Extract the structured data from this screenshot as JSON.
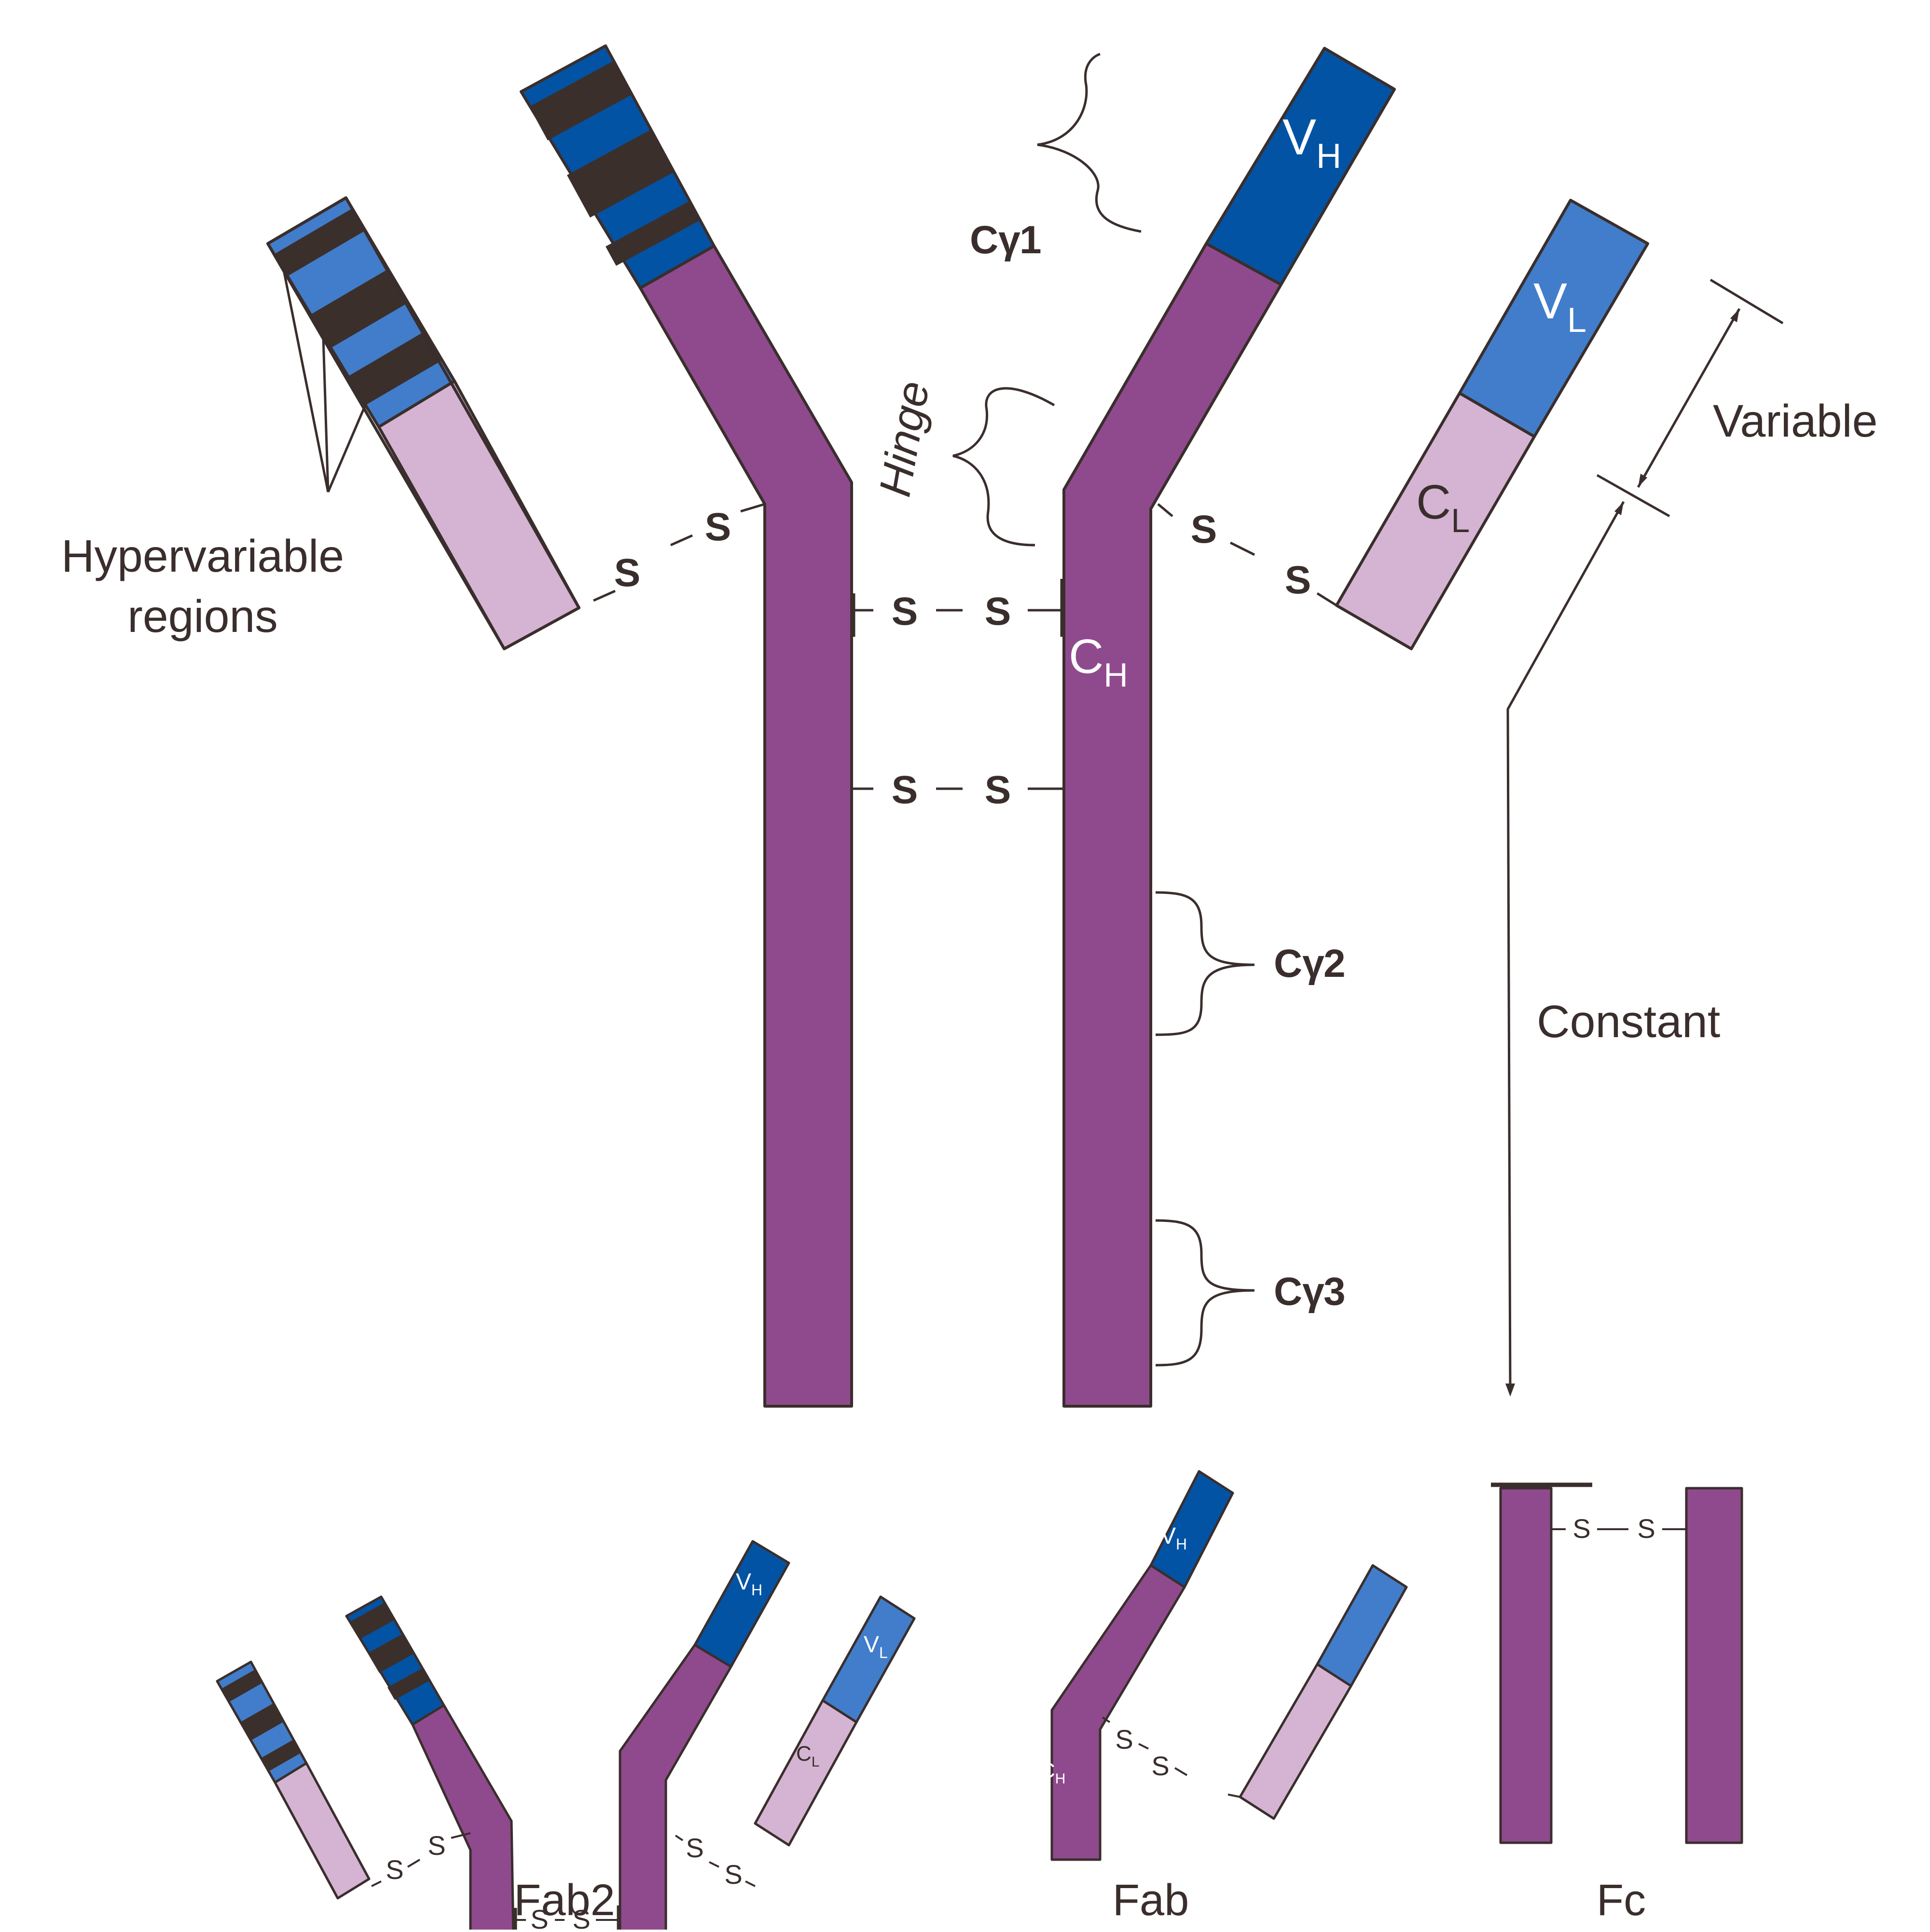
{
  "colors": {
    "heavy_chain": "#8f4a8e",
    "light_constant": "#d4b4d2",
    "variable_heavy": "#0353a4",
    "variable_light": "#417dca",
    "hypervariable": "#3b2f2b",
    "outline": "#3a2e2c"
  },
  "labels": {
    "hypervariable": [
      "Hypervariable",
      "regions"
    ],
    "hinge": "Hinge",
    "variable": "Variable",
    "constant": "Constant",
    "vh": {
      "main": "V",
      "sub": "H"
    },
    "vl": {
      "main": "V",
      "sub": "L"
    },
    "cl": {
      "main": "C",
      "sub": "L"
    },
    "ch": {
      "main": "C",
      "sub": "H"
    },
    "cg1": {
      "main": "Cγ",
      "num": "1"
    },
    "cg2": {
      "main": "Cγ",
      "num": "2"
    },
    "cg3": {
      "main": "Cγ",
      "num": "3"
    },
    "sulfur": "S"
  },
  "fragments": {
    "fab2": "Fab2",
    "fab": "Fab",
    "fc": "Fc"
  }
}
